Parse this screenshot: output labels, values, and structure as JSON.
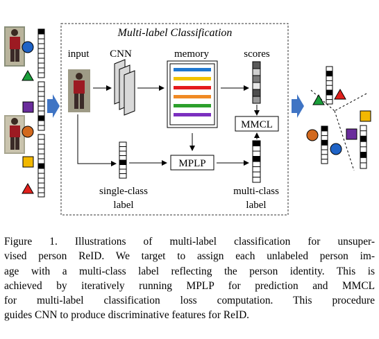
{
  "diagram": {
    "title": "Multi-label Classification",
    "labels": {
      "input": "input",
      "cnn": "CNN",
      "memory": "memory",
      "scores": "scores",
      "mmcl": "MMCL",
      "mplp": "MPLP",
      "single_class_1": "single-class",
      "single_class_2": "label",
      "multi_class_1": "multi-class",
      "multi_class_2": "label"
    },
    "memory_colors": [
      "#1f77d0",
      "#f2c200",
      "#e41a1c",
      "#f08a24",
      "#2ca02c",
      "#7b2fbf"
    ],
    "shape_colors": {
      "circle": "#1f63c6",
      "triangle_green": "#1a9e3a",
      "square_purple": "#6a2c9c",
      "circle_orange": "#d2691e",
      "square_yellow": "#f2b800",
      "triangle_red": "#e0201c"
    },
    "arrow_color": "#3f74c4"
  },
  "caption": {
    "lines": [
      "Figure 1. Illustrations of multi-label classification for unsuper-",
      "vised person ReID. We target to assign each unlabeled person im-",
      "age with a multi-class label reflecting the person identity.  This is",
      "achieved by iteratively running MPLP for prediction and MMCL",
      "for multi-label classification loss computation.  This procedure",
      "guides CNN to produce discriminative features for ReID."
    ]
  }
}
